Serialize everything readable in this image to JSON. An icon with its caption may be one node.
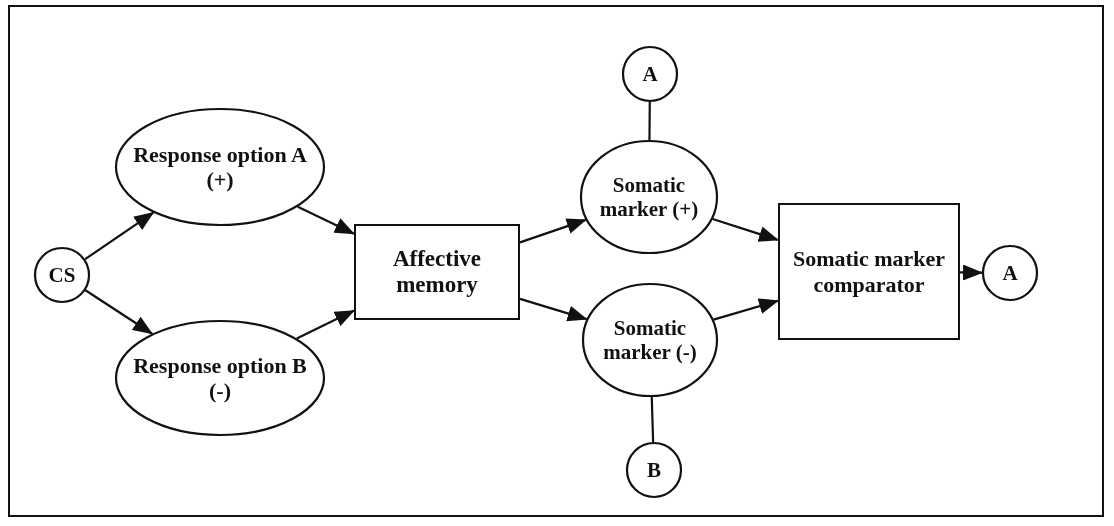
{
  "diagram": {
    "nodes": [
      {
        "text": [
          "CS"
        ]
      },
      {
        "text": [
          "Response option A (+)"
        ]
      },
      {
        "text": [
          "Response option B (-)"
        ]
      },
      {
        "text": [
          "Affective memory"
        ]
      },
      {
        "text": [
          "A"
        ]
      },
      {
        "text": [
          "Somatic marker (+)"
        ]
      },
      {
        "text": [
          "Somatic marker (-)"
        ]
      },
      {
        "text": [
          "B"
        ]
      },
      {
        "text": [
          "Somatic marker comparator"
        ]
      },
      {
        "text": [
          "A"
        ]
      }
    ],
    "edges": [
      {
        "from": 0,
        "to": 1,
        "arrow": "to"
      },
      {
        "from": 0,
        "to": 2,
        "arrow": "to"
      },
      {
        "from": 1,
        "to": 3,
        "arrow": "to"
      },
      {
        "from": 2,
        "to": 3,
        "arrow": "to"
      },
      {
        "from": 3,
        "to": 5,
        "arrow": "to"
      },
      {
        "from": 3,
        "to": 6,
        "arrow": "to"
      },
      {
        "from": 4,
        "to": 5,
        "arrow": "none"
      },
      {
        "from": 7,
        "to": 6,
        "arrow": "none"
      },
      {
        "from": 5,
        "to": 8,
        "arrow": "to"
      },
      {
        "from": 6,
        "to": 8,
        "arrow": "to"
      },
      {
        "from": 8,
        "to": 9,
        "arrow": "to"
      }
    ]
  }
}
